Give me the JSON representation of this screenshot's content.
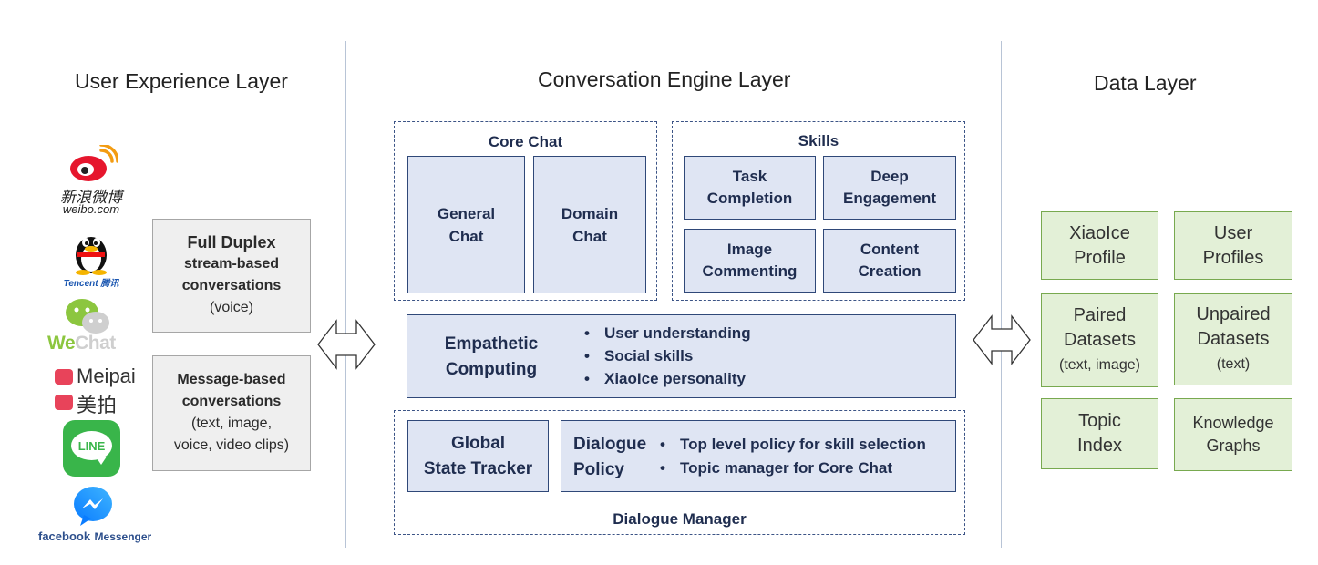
{
  "layers": {
    "user_experience": "User Experience Layer",
    "conversation_engine": "Conversation Engine Layer",
    "data": "Data Layer"
  },
  "platforms": {
    "weibo_cn": "新浪微博",
    "weibo_url": "weibo.com",
    "tencent": "Tencent 腾讯",
    "wechat": "WeChat",
    "meipai": "Meipai",
    "meipai_cn": "美拍",
    "line": "LINE",
    "facebook": "facebook",
    "messenger": "Messenger"
  },
  "ux_boxes": {
    "full_duplex": {
      "title": "Full Duplex",
      "lines": [
        "stream-based",
        "conversations",
        "(voice)"
      ]
    },
    "message_based": {
      "title": "Message-based",
      "lines": [
        "conversations",
        "(text, image,",
        "voice, video clips)"
      ]
    }
  },
  "core_chat": {
    "label": "Core Chat",
    "general": [
      "General",
      "Chat"
    ],
    "domain": [
      "Domain",
      "Chat"
    ]
  },
  "skills": {
    "label": "Skills",
    "task": [
      "Task",
      "Completion"
    ],
    "deep": [
      "Deep",
      "Engagement"
    ],
    "image": [
      "Image",
      "Commenting"
    ],
    "content": [
      "Content",
      "Creation"
    ]
  },
  "empathetic": {
    "title": [
      "Empathetic",
      "Computing"
    ],
    "bullets": [
      "User understanding",
      "Social skills",
      "XiaoIce personality"
    ]
  },
  "dialogue_manager": {
    "label": "Dialogue Manager",
    "tracker": [
      "Global",
      "State Tracker"
    ],
    "policy": [
      "Dialogue",
      "Policy"
    ],
    "policy_bullets": [
      "Top level policy for skill selection",
      "Topic manager for Core Chat"
    ]
  },
  "data_boxes": {
    "xiaoice_profile": [
      "XiaoIce",
      "Profile"
    ],
    "user_profiles": [
      "User",
      "Profiles"
    ],
    "paired": [
      "Paired",
      "Datasets",
      "(text, image)"
    ],
    "unpaired": [
      "Unpaired",
      "Datasets",
      "(text)"
    ],
    "topic": [
      "Topic",
      "Index"
    ],
    "knowledge": [
      "Knowledge",
      "Graphs"
    ]
  },
  "colors": {
    "blue_fill": "#dfe5f3",
    "blue_border": "#2f4878",
    "green_fill": "#e3f0d7",
    "green_border": "#78a94f",
    "gray_fill": "#efefef"
  }
}
